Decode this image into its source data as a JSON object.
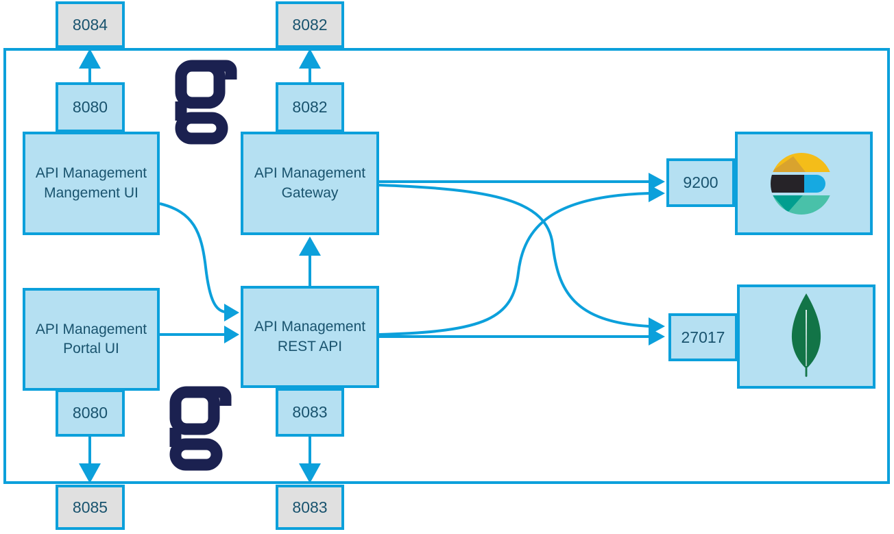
{
  "nodes": {
    "management_ui": {
      "line1": "API Management",
      "line2": "Mangement UI"
    },
    "gateway": {
      "line1": "API Management",
      "line2": "Gateway"
    },
    "portal_ui": {
      "line1": "API Management",
      "line2": "Portal UI"
    },
    "rest_api": {
      "line1": "API Management",
      "line2": "REST API"
    }
  },
  "ports": {
    "outer_top_left": "8084",
    "outer_top_mid": "8082",
    "management_ui_top": "8080",
    "gateway_top": "8082",
    "portal_ui_bottom": "8080",
    "rest_api_bottom": "8083",
    "outer_bottom_left": "8085",
    "outer_bottom_mid": "8083",
    "elasticsearch": "9200",
    "mongodb": "27017"
  },
  "icons": {
    "gravitee_top": "gravitee-g-logo",
    "gravitee_bottom": "gravitee-g-logo",
    "elasticsearch": "elasticsearch-logo",
    "mongodb": "mongodb-leaf-logo"
  },
  "edges": [
    {
      "from": "management_ui_port_8080",
      "to": "outer_port_8084",
      "style": "straight-up-arrow"
    },
    {
      "from": "gateway_port_8082",
      "to": "outer_port_8082",
      "style": "straight-up-arrow"
    },
    {
      "from": "portal_ui_port_8080",
      "to": "outer_port_8085",
      "style": "straight-down-arrow"
    },
    {
      "from": "rest_api_port_8083",
      "to": "outer_port_8083",
      "style": "straight-down-arrow"
    },
    {
      "from": "rest_api",
      "to": "gateway",
      "style": "straight-up-arrow"
    },
    {
      "from": "management_ui",
      "to": "rest_api",
      "style": "curved-arrow"
    },
    {
      "from": "portal_ui",
      "to": "rest_api",
      "style": "straight-arrow"
    },
    {
      "from": "gateway",
      "to": "elasticsearch_port_9200",
      "style": "straight-arrow"
    },
    {
      "from": "gateway",
      "to": "mongodb_port_27017",
      "style": "curved-arrow"
    },
    {
      "from": "rest_api",
      "to": "elasticsearch_port_9200",
      "style": "curved-arrow"
    },
    {
      "from": "rest_api",
      "to": "mongodb_port_27017",
      "style": "straight-arrow"
    }
  ],
  "colors": {
    "accent_blue": "#0CA0DB",
    "node_fill": "#B5E0F2",
    "outer_port_fill": "#E0E0E0",
    "text": "#19536E",
    "gravitee_navy": "#1B2150",
    "elastic_yellow": "#F4BD19",
    "elastic_mustard": "#D9A32E",
    "elastic_black": "#262328",
    "elastic_blue": "#16A9E1",
    "elastic_teal_light": "#49C1A9",
    "elastic_teal_dark": "#019E8F",
    "mongo_green": "#127447"
  }
}
